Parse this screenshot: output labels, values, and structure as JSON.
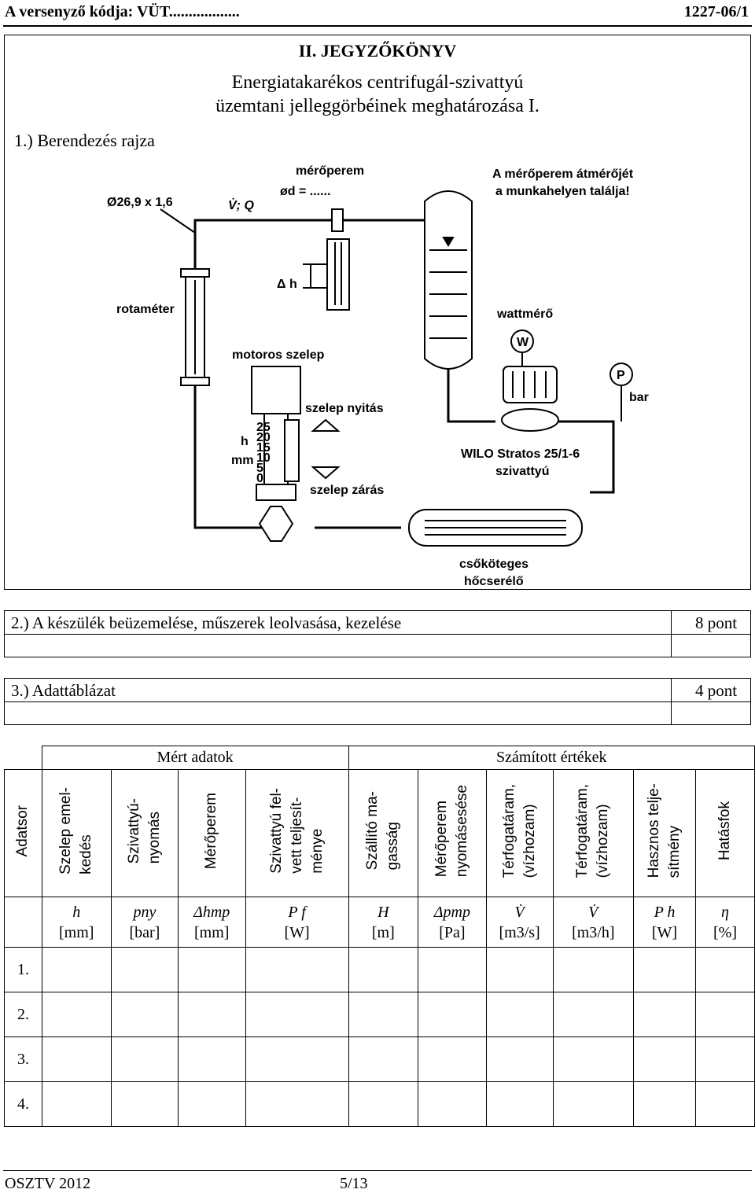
{
  "header": {
    "left": "A versenyző kódja: VÜT..................",
    "right": "1227-06/1"
  },
  "doc_title": "II. JEGYZŐKÖNYV",
  "subtitle_line1": "Energiatakarékos centrifugál-szivattyú",
  "subtitle_line2": "üzemtani jelleggörbéinek meghatározása I.",
  "section1": "1.) Berendezés rajza",
  "diagram": {
    "pipe": "Ø26,9 x 1,6",
    "flow": "V̇; Q",
    "meroperem": "mérőperem",
    "od": "ød = ......",
    "note1": "A mérőperem átmérőjét",
    "note2": "a munkahelyen találja!",
    "dh": "Δ h",
    "rotameter": "rotaméter",
    "wattmero": "wattmérő",
    "w": "W",
    "motoros": "motoros szelep",
    "p": "P",
    "bar": "bar",
    "nyitas": "szelep nyitás",
    "h": "h",
    "mm": "mm",
    "scale": [
      "25",
      "20",
      "15",
      "10",
      "5",
      "0"
    ],
    "wilo1": "WILO Stratos 25/1-6",
    "wilo2": "szivattyú",
    "zaras": "szelep zárás",
    "hocs1": "csőköteges",
    "hocs2": "hőcserélő"
  },
  "section2": {
    "label": "2.) A készülék beüzemelése, műszerek leolvasása, kezelése",
    "points": "8 pont"
  },
  "section3": {
    "label": "3.) Adattáblázat",
    "points": "4 pont"
  },
  "table": {
    "group_measured": "Mért adatok",
    "group_calculated": "Számított értékek",
    "headers": [
      "Adatsor",
      "Szelep emel-\nkedés",
      "Szivattyú-\nnyomás",
      "Mérőperem",
      "Szivattyú fel-\nvett teljesít-\nménye",
      "Szállító ma-\ngasság",
      "Mérőperem\nnyomásesése",
      "Térfogatáram,\n(vízhozam)",
      "Térfogatáram,\n(vízhozam)",
      "Hasznos telje-\nsítmény",
      "Hatásfok"
    ],
    "symbols": [
      "",
      "h",
      "pny",
      "Δhmp",
      "P f",
      "H",
      "Δpmp",
      "V̇",
      "V̇",
      "P h",
      "η"
    ],
    "units": [
      "",
      "[mm]",
      "[bar]",
      "[mm]",
      "[W]",
      "[m]",
      "[Pa]",
      "[m3/s]",
      "[m3/h]",
      "[W]",
      "[%]"
    ],
    "rows": [
      "1.",
      "2.",
      "3.",
      "4."
    ]
  },
  "footer": {
    "left": "OSZTV 2012",
    "center": "5/13"
  }
}
